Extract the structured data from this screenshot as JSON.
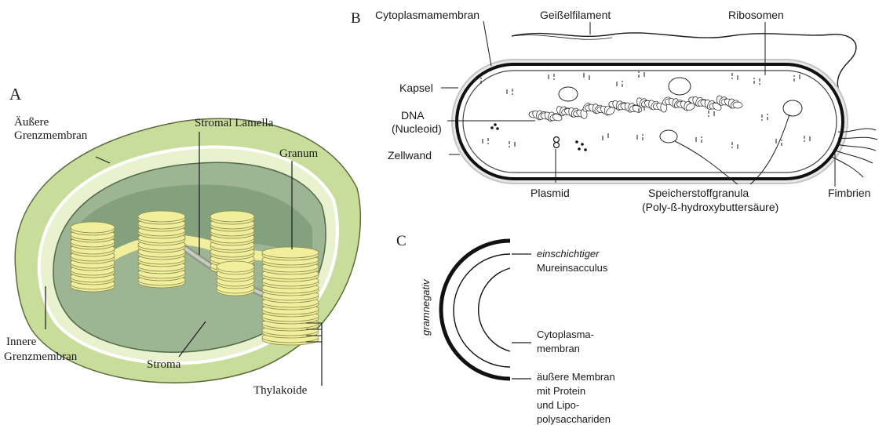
{
  "panel_a": {
    "letter": "A",
    "labels": {
      "outer_membrane_1": "Äußere",
      "outer_membrane_2": "Grenzmembran",
      "stromal_lamella": "Stromal Lamella",
      "granum": "Granum",
      "inner_membrane_1": "Innere",
      "inner_membrane_2": "Grenzmembran",
      "stroma": "Stroma",
      "thylakoide": "Thylakoide"
    }
  },
  "panel_b": {
    "letter": "B",
    "labels": {
      "cytoplasmamembran": "Cytoplasmamembran",
      "geisselfilament": "Geißelfilament",
      "ribosomen": "Ribosomen",
      "kapsel": "Kapsel",
      "dna_1": "DNA",
      "dna_2": "(Nucleoid)",
      "zellwand": "Zellwand",
      "plasmid": "Plasmid",
      "speicher_1": "Speicherstoffgranula",
      "speicher_2": "(Poly-ß-hydroxybuttersäure)",
      "fimbrien": "Fimbrien"
    }
  },
  "panel_c": {
    "letter": "C",
    "side_label": "gramnegativ",
    "labels": {
      "murein_1": "einschichtiger",
      "murein_2": "Mureinsacculus",
      "cyto_1": "Cytoplasma-",
      "cyto_2": "membran",
      "outer_1": "äußere Membran",
      "outer_2": "mit Protein",
      "outer_3": "und Lipo-",
      "outer_4": "polysacchariden"
    }
  },
  "colors": {
    "outer_green": "#c9dd9a",
    "inner_green": "#6e8f6a",
    "stroma_green": "#9db592",
    "granum_yellow": "#f1ef9b",
    "granum_edge": "#8a8a50"
  }
}
